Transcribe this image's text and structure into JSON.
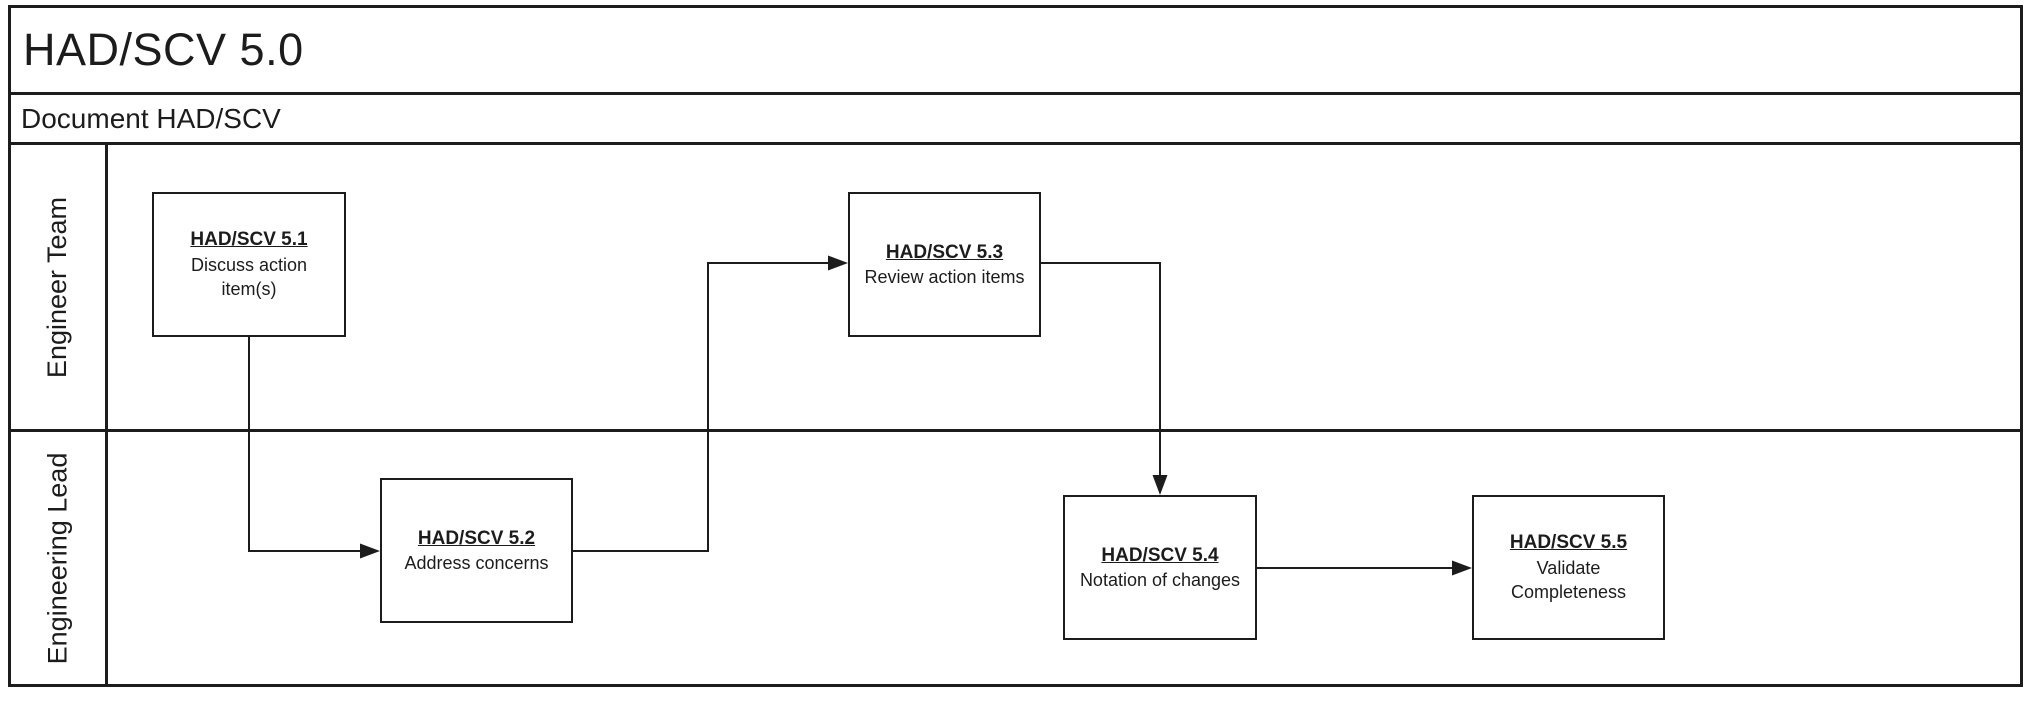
{
  "diagram": {
    "title": "HAD/SCV 5.0",
    "subtitle": "Document HAD/SCV",
    "lanes": [
      {
        "label": "Engineer Team"
      },
      {
        "label": "Engineering Lead"
      }
    ],
    "nodes": [
      {
        "id": "HAD/SCV 5.1",
        "title": "HAD/SCV 5.1",
        "label": "Discuss action\nitem(s)",
        "lane": "Engineer Team"
      },
      {
        "id": "HAD/SCV 5.2",
        "title": "HAD/SCV 5.2",
        "label": "Address concerns",
        "lane": "Engineering Lead"
      },
      {
        "id": "HAD/SCV 5.3",
        "title": "HAD/SCV 5.3",
        "label": "Review action items",
        "lane": "Engineer Team"
      },
      {
        "id": "HAD/SCV 5.4",
        "title": "HAD/SCV 5.4",
        "label": "Notation of changes",
        "lane": "Engineering Lead"
      },
      {
        "id": "HAD/SCV 5.5",
        "title": "HAD/SCV 5.5",
        "label": "Validate\nCompleteness",
        "lane": "Engineering Lead"
      }
    ],
    "edges": [
      {
        "from": "HAD/SCV 5.1",
        "to": "HAD/SCV 5.2"
      },
      {
        "from": "HAD/SCV 5.2",
        "to": "HAD/SCV 5.3"
      },
      {
        "from": "HAD/SCV 5.3",
        "to": "HAD/SCV 5.4"
      },
      {
        "from": "HAD/SCV 5.4",
        "to": "HAD/SCV 5.5"
      }
    ],
    "colors": {
      "line": "#1c1c1c",
      "background": "#ffffff",
      "node_fill": "#ffffff"
    }
  }
}
